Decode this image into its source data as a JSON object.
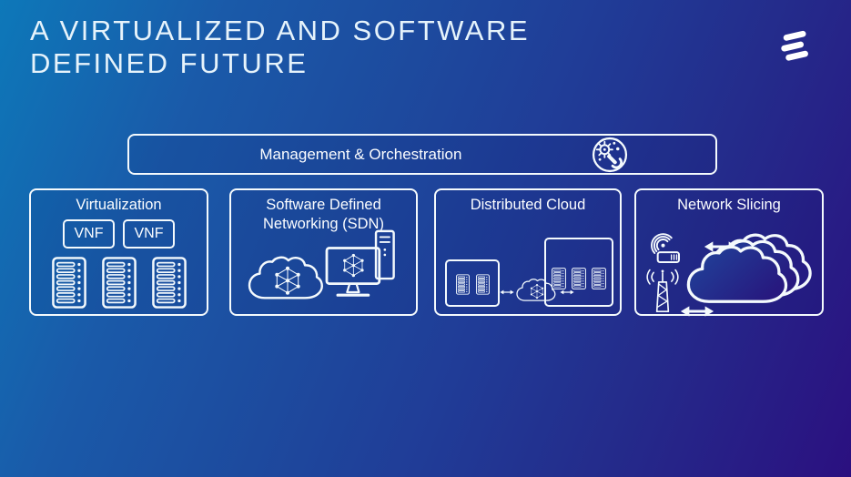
{
  "slide": {
    "title_line1": "A VIRTUALIZED AND SOFTWARE",
    "title_line2": "DEFINED FUTURE"
  },
  "brand": {
    "logo_icon": "ericsson-logo"
  },
  "orchestration": {
    "label": "Management & Orchestration",
    "icon": "gear-wrench-icon"
  },
  "cards": {
    "virtualization": {
      "title": "Virtualization",
      "vnf_labels": [
        "VNF",
        "VNF"
      ],
      "rack_count": 3,
      "icons": [
        "server-rack-icon"
      ]
    },
    "sdn": {
      "title_line1": "Software Defined",
      "title_line2": "Networking (SDN)",
      "icons": [
        "cloud-network-icon",
        "computer-network-icon"
      ]
    },
    "distributed_cloud": {
      "title": "Distributed Cloud",
      "left_rack_count": 2,
      "right_rack_count": 3,
      "icons": [
        "server-rack-icon",
        "double-arrow-icon",
        "cloud-network-icon"
      ]
    },
    "network_slicing": {
      "title": "Network Slicing",
      "icons": [
        "small-cell-icon",
        "radio-tower-icon",
        "double-arrow-icon",
        "layered-clouds-icon"
      ]
    }
  },
  "colors": {
    "background_top_left": "#0d78b9",
    "background_mid": "#1d4a9e",
    "background_bottom_right": "#2b1080",
    "line_white": "#f4fafd"
  }
}
